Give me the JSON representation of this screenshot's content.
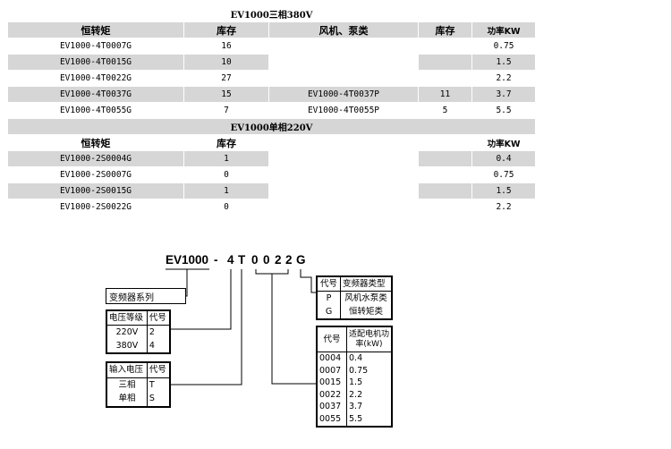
{
  "table": {
    "section1": "EV1000三相380V",
    "section2": "EV1000单相220V",
    "headers1": {
      "constant_torque": "恒转矩",
      "stock": "库存",
      "fan_pump": "风机、泵类",
      "stock2": "库存",
      "power": "功率KW"
    },
    "headers2": {
      "constant_torque": "恒转矩",
      "stock": "库存",
      "power": "功率KW"
    },
    "rows1": [
      {
        "model": "EV1000-4T0007G",
        "stock": "16",
        "fp_model": "",
        "fp_stock": "",
        "power": "0.75"
      },
      {
        "model": "EV1000-4T0015G",
        "stock": "10",
        "fp_model": "",
        "fp_stock": "",
        "power": "1.5"
      },
      {
        "model": "EV1000-4T0022G",
        "stock": "27",
        "fp_model": "",
        "fp_stock": "",
        "power": "2.2"
      },
      {
        "model": "EV1000-4T0037G",
        "stock": "15",
        "fp_model": "EV1000-4T0037P",
        "fp_stock": "11",
        "power": "3.7"
      },
      {
        "model": "EV1000-4T0055G",
        "stock": "7",
        "fp_model": "EV1000-4T0055P",
        "fp_stock": "5",
        "power": "5.5"
      }
    ],
    "rows2": [
      {
        "model": "EV1000-2S0004G",
        "stock": "1",
        "power": "0.4"
      },
      {
        "model": "EV1000-2S0007G",
        "stock": "0",
        "power": "0.75"
      },
      {
        "model": "EV1000-2S0015G",
        "stock": "1",
        "power": "1.5"
      },
      {
        "model": "EV1000-2S0022G",
        "stock": "0",
        "power": "2.2"
      }
    ]
  },
  "diagram": {
    "code": {
      "prefix": "EV1000",
      "dash": "-",
      "chars": [
        "4",
        "T",
        "0",
        "0",
        "2",
        "2",
        "G"
      ]
    },
    "series_label": "变频器系列",
    "voltage": {
      "header": [
        "电压等级",
        "代号"
      ],
      "rows": [
        [
          "220V",
          "2"
        ],
        [
          "380V",
          "4"
        ]
      ]
    },
    "input": {
      "header": [
        "输入电压",
        "代号"
      ],
      "rows": [
        [
          "三相",
          "T"
        ],
        [
          "单相",
          "S"
        ]
      ]
    },
    "type": {
      "header": [
        "代号",
        "变频器类型"
      ],
      "codes": [
        "P",
        "G"
      ],
      "names": [
        "风机水泵类",
        "恒转矩类"
      ]
    },
    "power": {
      "header": [
        "代号",
        "适配电机功率(kW)"
      ],
      "codes": [
        "0004",
        "0007",
        "0015",
        "0022",
        "0037",
        "0055"
      ],
      "values": [
        "0.4",
        "0.75",
        "1.5",
        "2.2",
        "3.7",
        "5.5"
      ]
    }
  }
}
